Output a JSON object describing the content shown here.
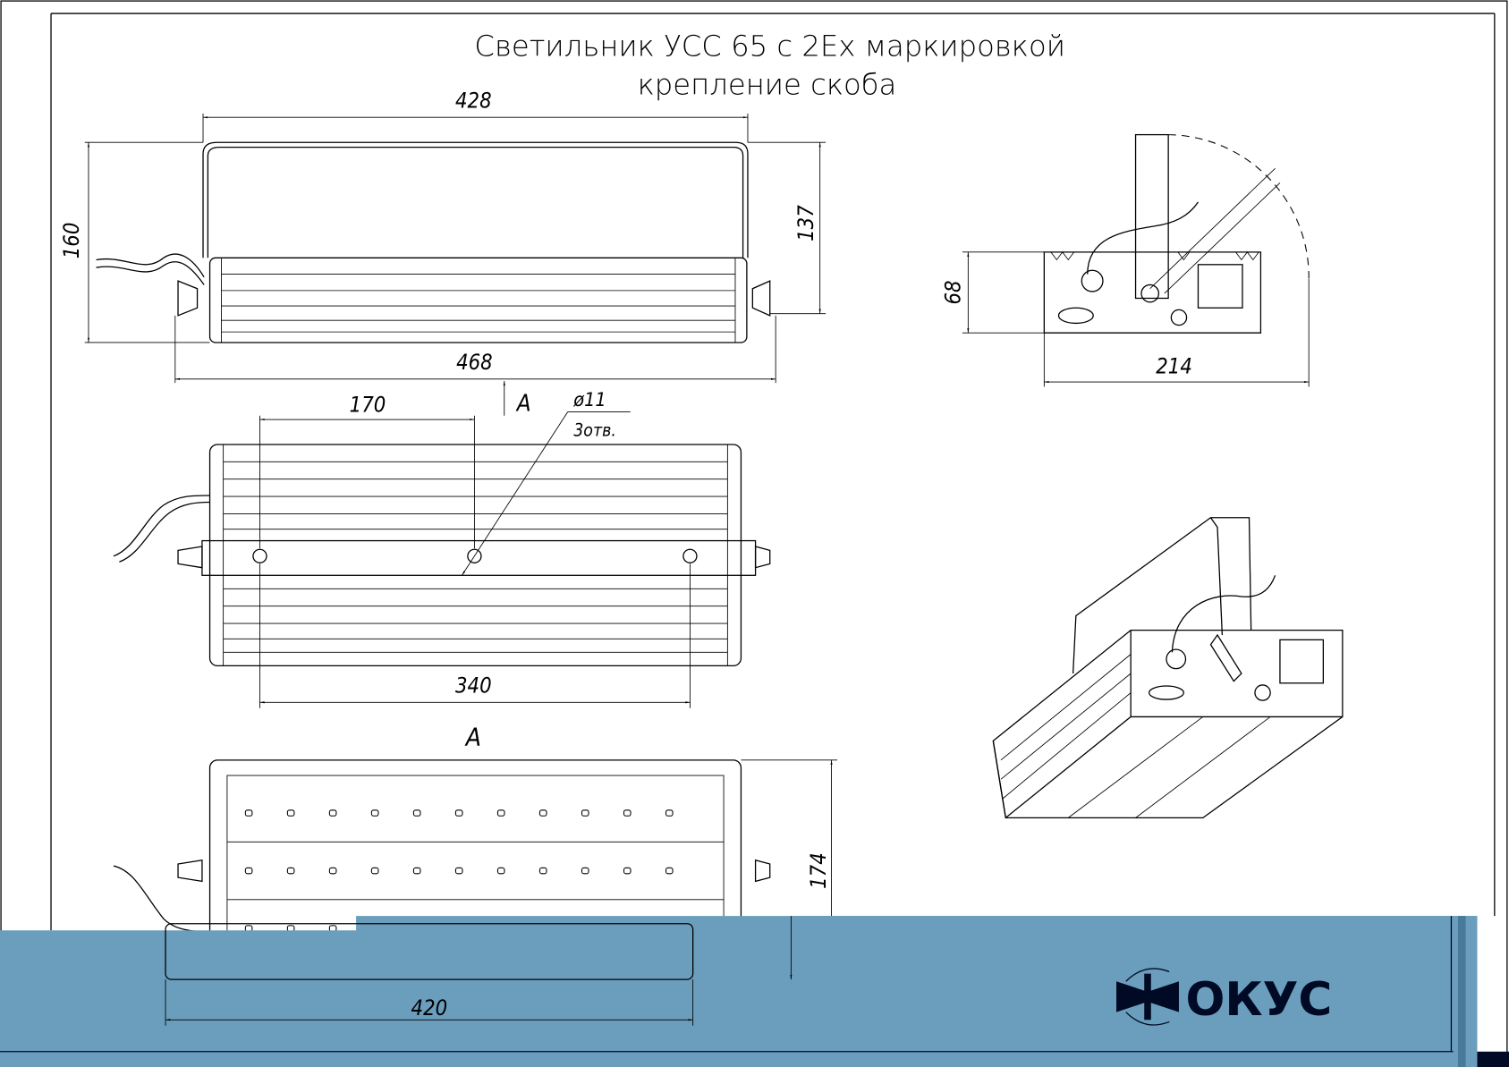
{
  "title": {
    "line1": "Светильник УСС 65 с 2Ех маркировкой",
    "line2": "крепление скоба"
  },
  "dimensions": {
    "front_bracket_width": "428",
    "front_height": "160",
    "front_bracket_height": "137",
    "front_overall_width": "468",
    "side_height": "68",
    "side_width": "214",
    "hole_offset": "170",
    "hole_diameter": "ø11",
    "hole_count": "3отв.",
    "hole_span": "340",
    "bottom_depth": "174",
    "bottom_width": "420"
  },
  "view_labels": {
    "arrow_a": "A",
    "view_a": "A"
  },
  "logo": {
    "text": "ФОКУС"
  },
  "colors": {
    "band": "#6b9dbd",
    "band_dark": "#4a7a9a",
    "logo": "#000a24"
  }
}
